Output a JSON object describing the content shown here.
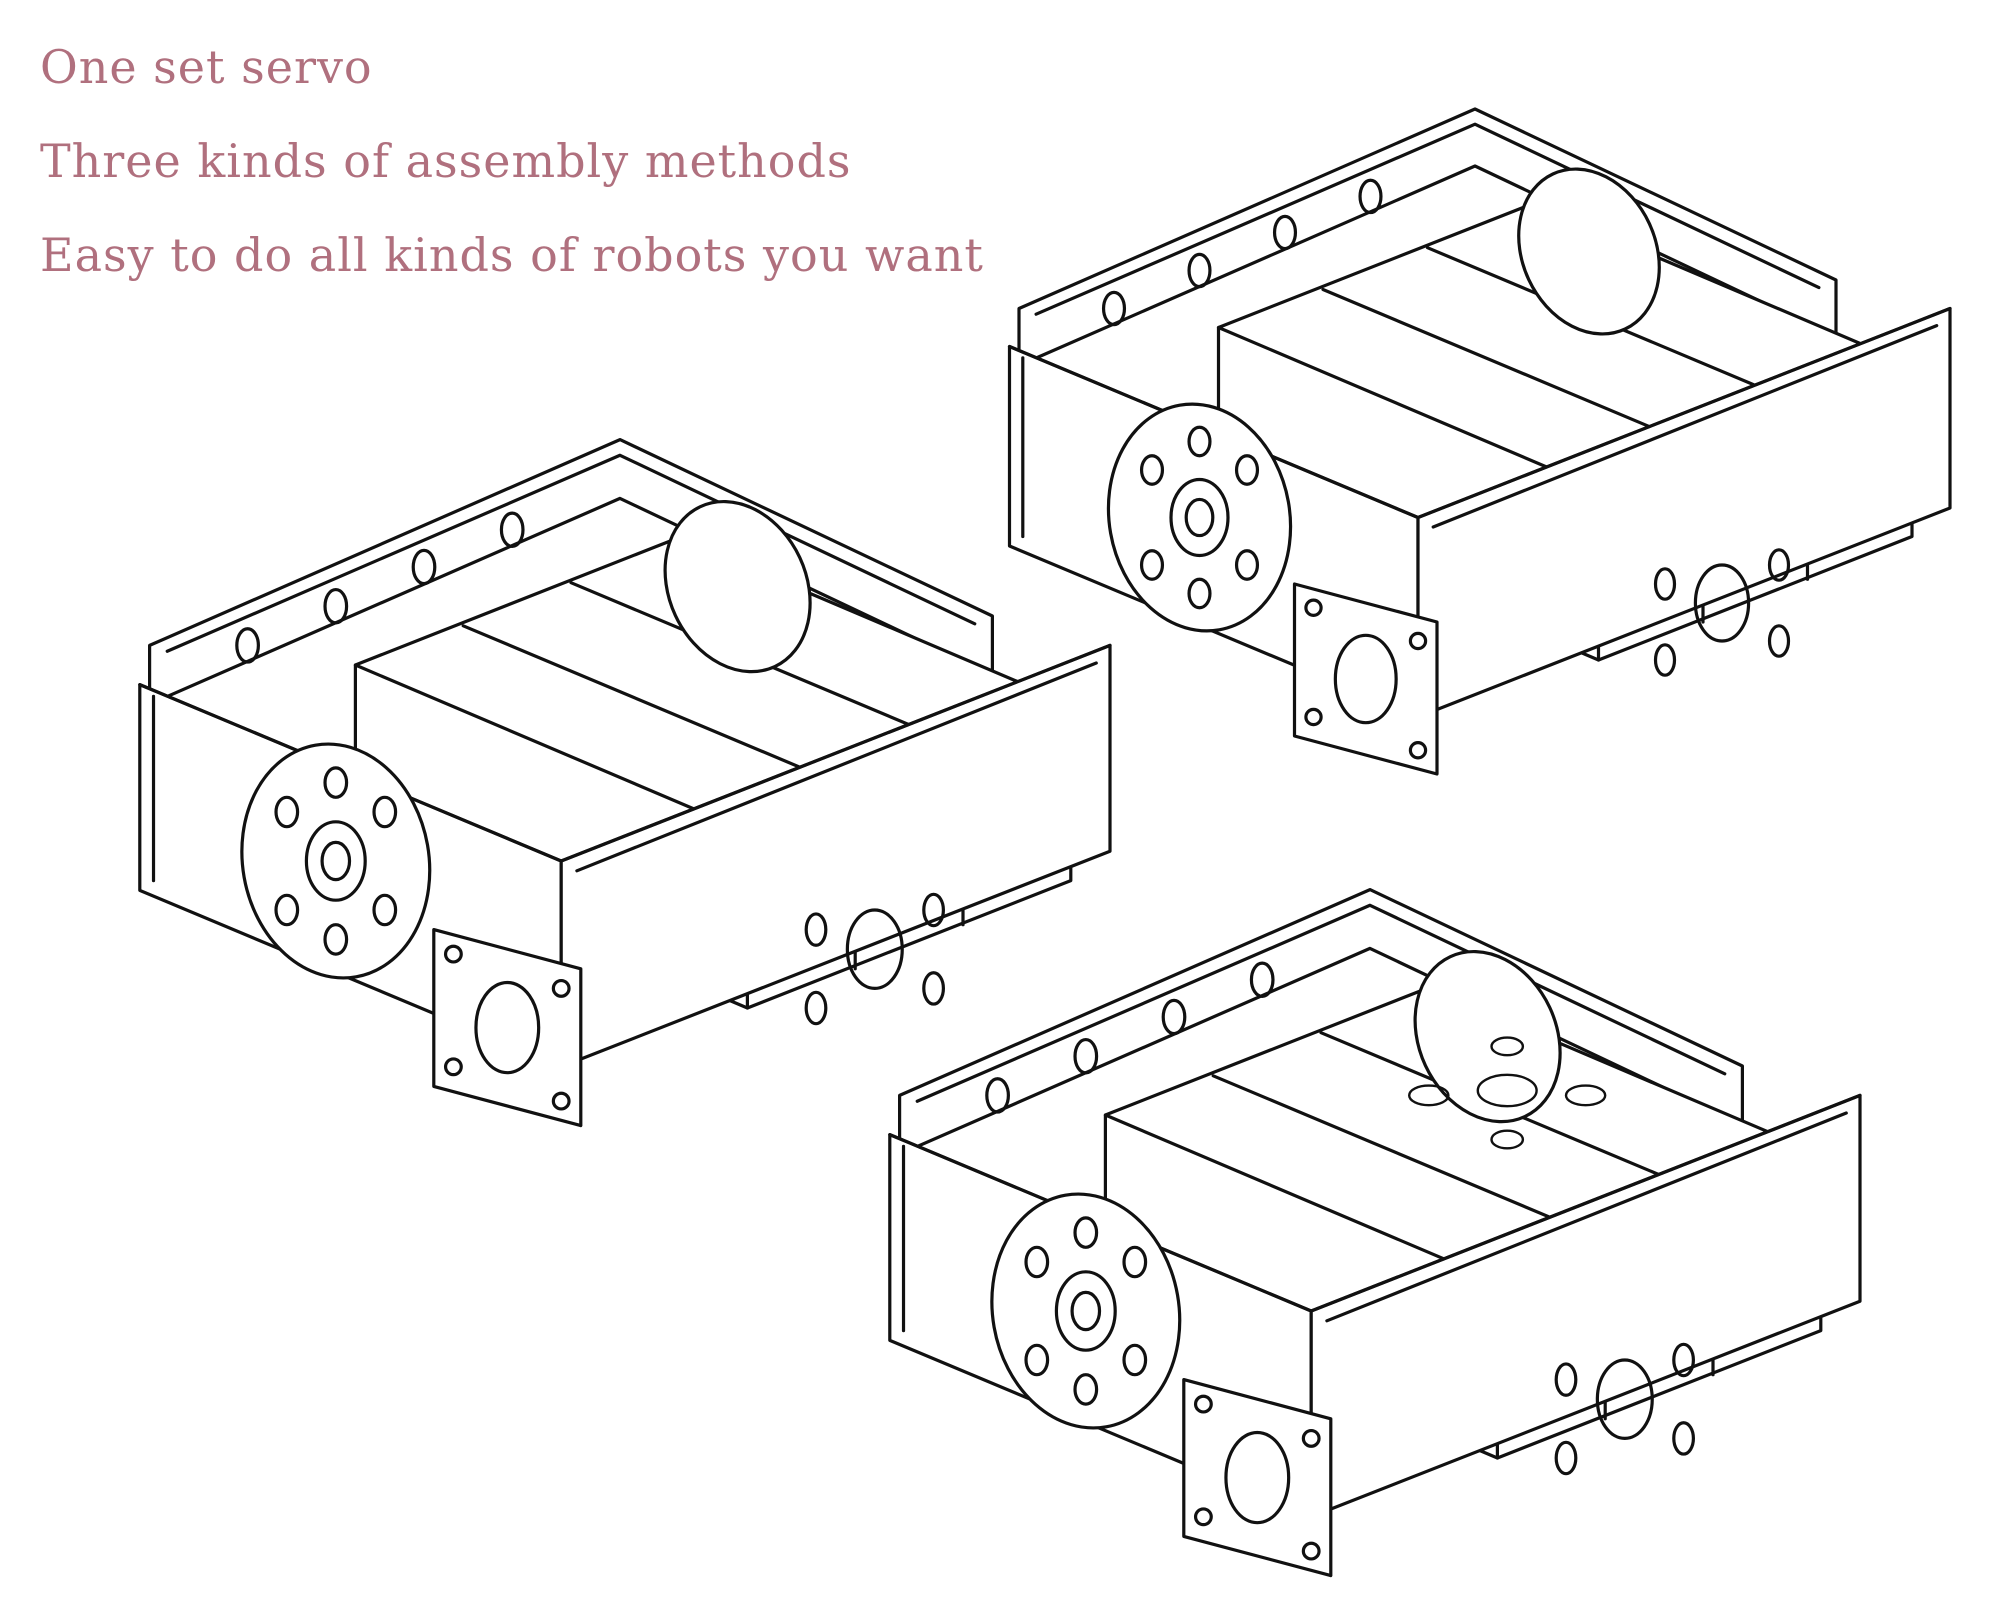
{
  "captions": [
    "One set servo",
    "Three kinds of assembly methods",
    "Easy to do all kinds of robots you want"
  ],
  "colors": {
    "caption_text": "#b0707e",
    "line_art": "#111111",
    "background": "#ffffff"
  }
}
